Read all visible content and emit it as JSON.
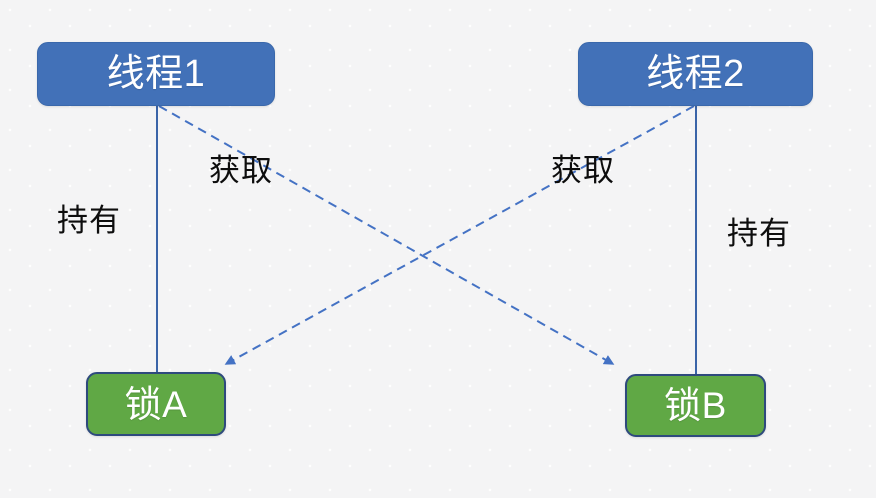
{
  "diagram": {
    "title": "deadlock-diagram",
    "background_color": "#f4f4f5",
    "nodes": [
      {
        "id": "thread1",
        "label": "线程1",
        "type": "thread",
        "fill": "#4271b8",
        "border": "#3a68ab",
        "text_color": "#ffffff"
      },
      {
        "id": "thread2",
        "label": "线程2",
        "type": "thread",
        "fill": "#4271b8",
        "border": "#3a68ab",
        "text_color": "#ffffff"
      },
      {
        "id": "lockA",
        "label": "锁A",
        "type": "lock",
        "fill": "#60a845",
        "border": "#2e4a7d",
        "text_color": "#ffffff"
      },
      {
        "id": "lockB",
        "label": "锁B",
        "type": "lock",
        "fill": "#60a845",
        "border": "#2e4a7d",
        "text_color": "#ffffff"
      }
    ],
    "edges": [
      {
        "id": "hold-left",
        "label": "持有",
        "from": "thread1",
        "to": "lockA",
        "style": "solid",
        "arrow": false,
        "color": "#3a64a8"
      },
      {
        "id": "hold-right",
        "label": "持有",
        "from": "thread2",
        "to": "lockB",
        "style": "solid",
        "arrow": false,
        "color": "#3a64a8"
      },
      {
        "id": "acquire-left",
        "label": "获取",
        "from": "thread1",
        "to": "lockB",
        "style": "dashed",
        "arrow": true,
        "color": "#4472c4"
      },
      {
        "id": "acquire-right",
        "label": "获取",
        "from": "thread2",
        "to": "lockA",
        "style": "dashed",
        "arrow": true,
        "color": "#4472c4"
      }
    ]
  }
}
